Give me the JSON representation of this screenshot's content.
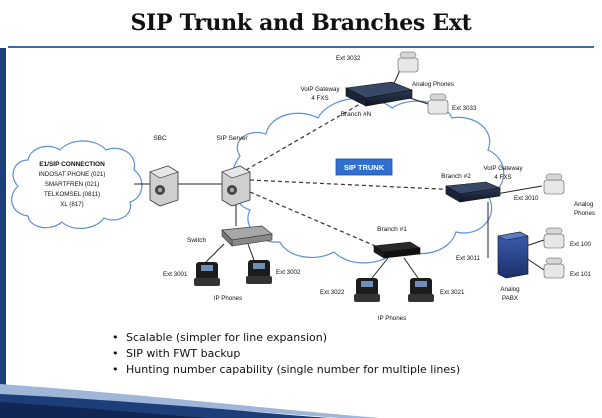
{
  "title": "SIP Trunk and Branches Ext",
  "cloud_left": {
    "heading": "E1/SIP CONNECTION",
    "lines": [
      "INDOSAT PHONE (021)",
      "SMARTFREN (021)",
      "TELKOMSEL (0811)",
      "XL (817)"
    ]
  },
  "sip_trunk": "SIP TRUNK",
  "labels": {
    "sbc": "SBC",
    "sip_server": "SIP Server",
    "switch": "Switch",
    "ext_3001": "Ext 3001",
    "ext_3002": "Ext 3002",
    "ip_phones_left": "IP Phones",
    "branch_n": "Branch #N",
    "voip_gw_n_1": "VoIP Gateway",
    "voip_gw_n_2": "4 FXS",
    "ext_3032": "Ext 3032",
    "ext_3033": "Ext 3033",
    "analog_phones_n": "Analog Phones",
    "branch_2": "Branch #2",
    "voip_gw_2_1": "VoIP Gateway",
    "voip_gw_2_2": "4 FXS",
    "ext_3010": "Ext 3010",
    "analog_phones_2_1": "Analog",
    "analog_phones_2_2": "Phones",
    "ext_3011": "Ext 3011",
    "analog_pabx_1": "Analog",
    "analog_pabx_2": "PABX",
    "ext_100": "Ext 100",
    "ext_101": "Ext 101",
    "branch_1": "Branch #1",
    "ext_3022": "Ext 3022",
    "ext_3021": "Ext 3021",
    "ip_phones_bottom": "IP Phones"
  },
  "bullets": [
    "Scalable (simpler for line expansion)",
    "SIP with FWT backup",
    "Hunting number capability (single number for multiple lines)"
  ],
  "bullet_symbol": "•",
  "colors": {
    "title_rule": "#3a6db8",
    "left_bar": "#1c3f7a",
    "sip_trunk_fill": "#2f6fcf",
    "cloud_stroke": "#5b8fd6"
  }
}
